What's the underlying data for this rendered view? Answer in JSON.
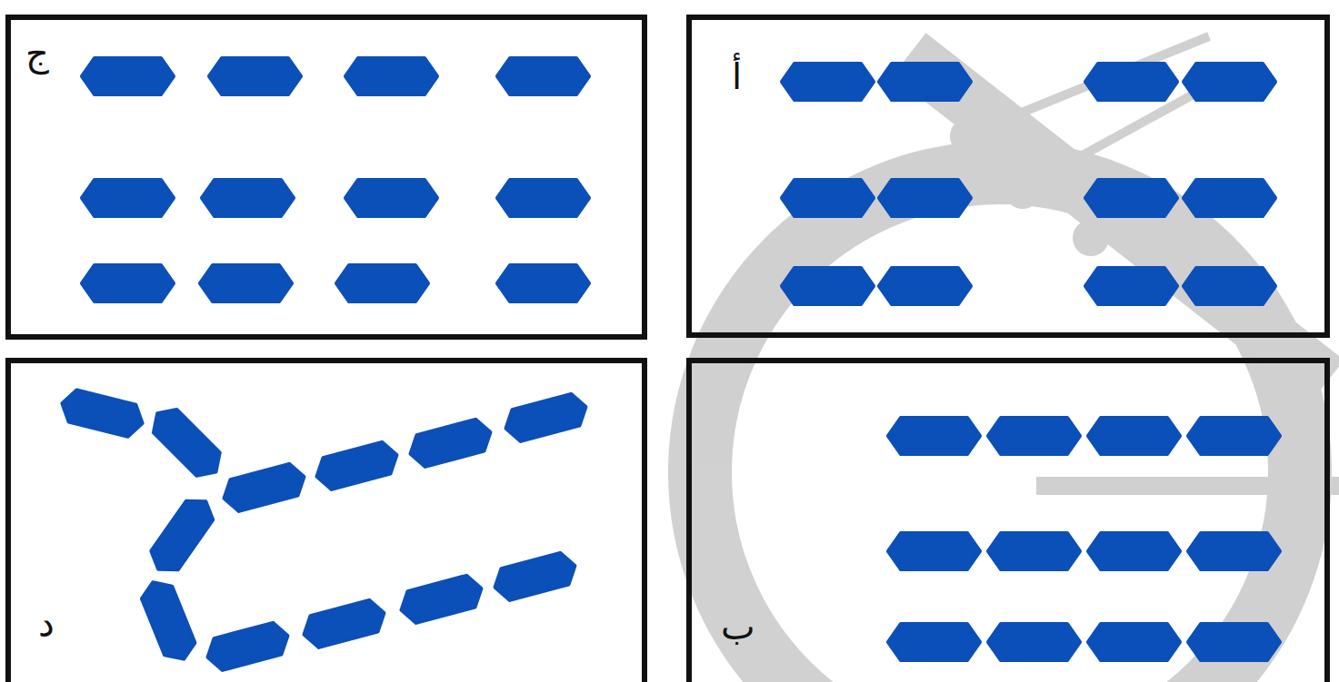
{
  "diagram": {
    "nodes": [
      {
        "text": [
          "أ"
        ]
      },
      {
        "text": [
          "ج"
        ]
      },
      {
        "text": [
          "ب"
        ]
      },
      {
        "text": [
          "د"
        ]
      }
    ]
  }
}
